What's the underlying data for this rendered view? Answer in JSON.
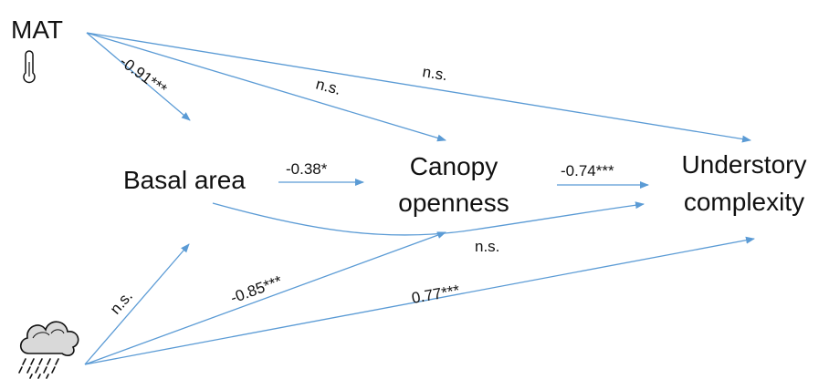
{
  "nodes": {
    "mat": "MAT",
    "basal_area": "Basal area",
    "canopy_line1": "Canopy",
    "canopy_line2": "openness",
    "understory_line1": "Understory",
    "understory_line2": "complexity"
  },
  "edges": {
    "mat_to_basal": "-0.91***",
    "mat_to_canopy": "n.s.",
    "mat_to_understory": "n.s.",
    "basal_to_canopy": "-0.38*",
    "canopy_to_understory": "-0.74***",
    "basal_to_understory": "n.s.",
    "precip_to_basal": "n.s.",
    "precip_to_canopy": "-0.85***",
    "precip_to_understory": "0.77***"
  },
  "colors": {
    "arrow": "#5b9bd5",
    "text": "#111111"
  },
  "icons": {
    "temperature": "thermometer-icon",
    "precipitation": "rain-cloud-icon"
  }
}
